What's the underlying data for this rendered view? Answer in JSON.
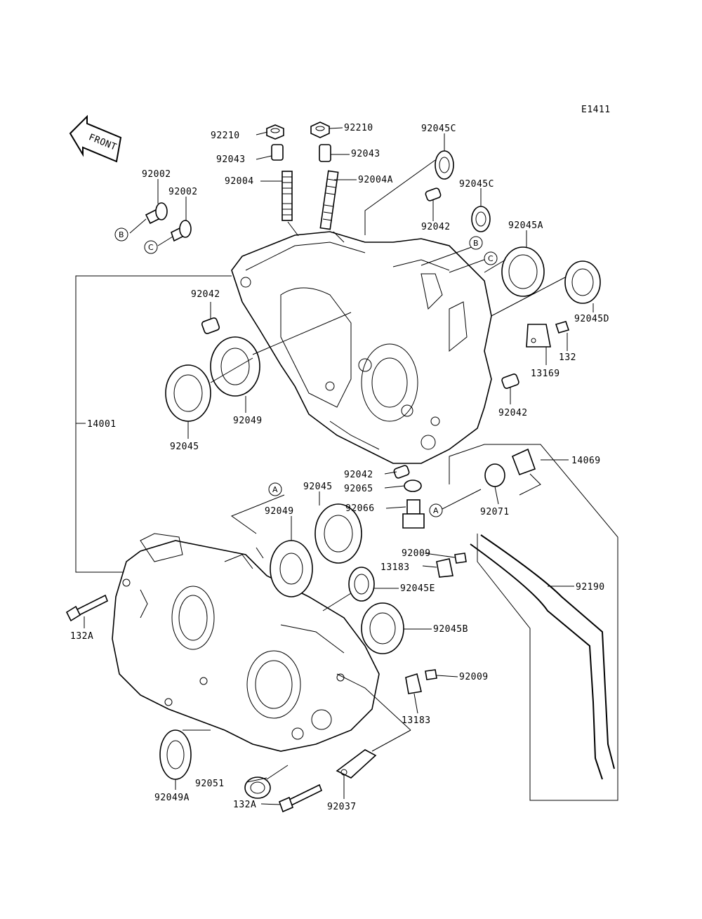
{
  "diagram_code": "E1411",
  "front_label": "FRONT",
  "callouts": {
    "a": "A",
    "b": "B",
    "c": "C"
  },
  "labels": {
    "p92210_left": "92210",
    "p92210_right": "92210",
    "p92045C_top": "92045C",
    "p92043_left": "92043",
    "p92043_right": "92043",
    "p92004": "92004",
    "p92004A": "92004A",
    "p92002_a": "92002",
    "p92002_b": "92002",
    "p92045C_mid": "92045C",
    "p92042_top": "92042",
    "p92045A": "92045A",
    "p92042_left": "92042",
    "p92045D": "92045D",
    "p132": "132",
    "p13169": "13169",
    "p92049_top": "92049",
    "p14001": "14001",
    "p92045_left": "92045",
    "p92042_right": "92042",
    "p14069": "14069",
    "p92042_low": "92042",
    "p92065": "92065",
    "p92045_mid": "92045",
    "p92049_mid": "92049",
    "p92066": "92066",
    "p92071": "92071",
    "p92009_top": "92009",
    "p13183_top": "13183",
    "p92045E": "92045E",
    "p92190": "92190",
    "p132A_left": "132A",
    "p92045B": "92045B",
    "p92009_low": "92009",
    "p13183_low": "13183",
    "p92051": "92051",
    "p92049A": "92049A",
    "p132A_bottom": "132A",
    "p92037": "92037"
  }
}
